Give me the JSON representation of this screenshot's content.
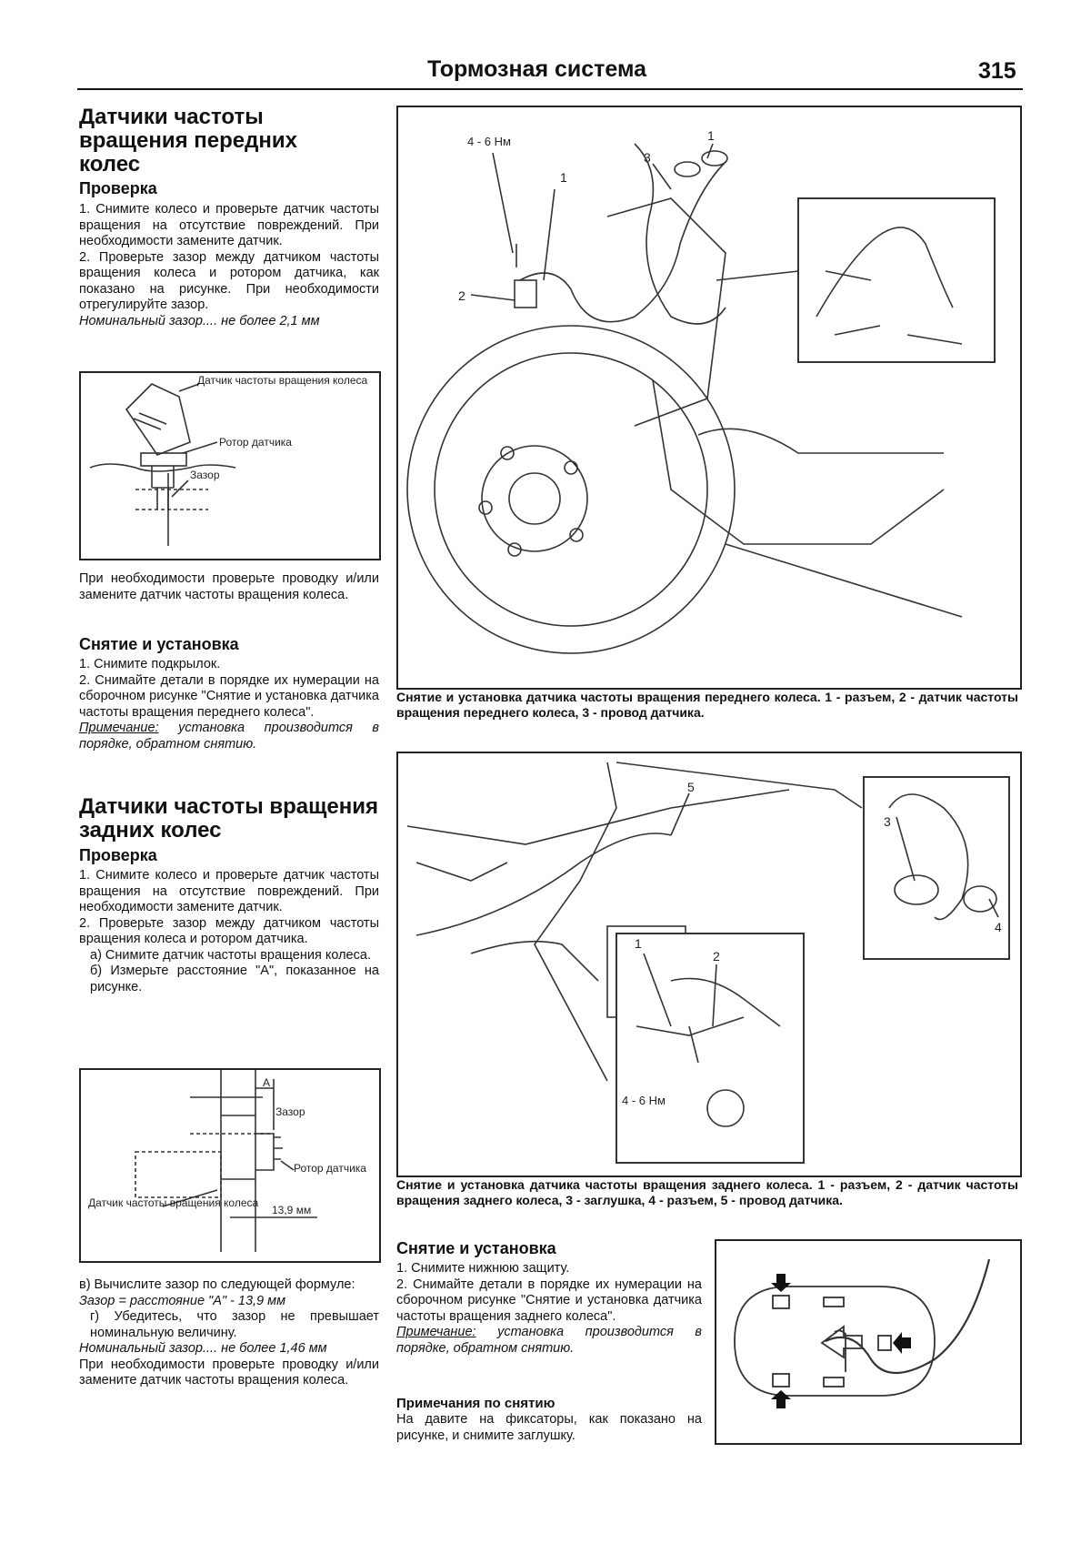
{
  "header": {
    "title": "Тормозная система",
    "page_number": "315"
  },
  "front": {
    "heading": "Датчики частоты вращения передних колес",
    "check": {
      "title": "Проверка",
      "p1": "1. Снимите колесо и проверьте датчик частоты вращения на отсутствие повреждений. При необходимости замените датчик.",
      "p2": "2. Проверьте зазор между датчиком частоты вращения колеса и ротором датчика, как показано на рисунке. При необходимости отрегулируйте зазор.",
      "nominal": "Номинальный зазор.... не более 2,1 мм"
    },
    "fig": {
      "label_sensor": "Датчик частоты вращения колеса",
      "label_rotor": "Ротор датчика",
      "label_gap": "Зазор"
    },
    "after_fig": "При необходимости проверьте проводку и/или замените датчик частоты вращения колеса.",
    "removal": {
      "title": "Снятие и установка",
      "p1": "1. Снимите подкрылок.",
      "p2": "2. Снимайте детали в порядке их нумерации на сборочном рисунке \"Снятие и установка датчика частоты вращения переднего колеса\".",
      "note_label": "Примечание:",
      "note_text": " установка производится в порядке, обратном снятию."
    }
  },
  "rear": {
    "heading": "Датчики частоты вращения задних колес",
    "check": {
      "title": "Проверка",
      "p1": "1. Снимите колесо и проверьте датчик частоты вращения на отсутствие повреждений. При необходимости замените датчик.",
      "p2": "2. Проверьте зазор между датчиком частоты вращения колеса и ротором датчика.",
      "pa": "а) Снимите датчик частоты вращения колеса.",
      "pb": "б) Измерьте расстояние \"А\", показанное на рисунке."
    },
    "fig": {
      "label_a": "A",
      "label_gap": "Зазор",
      "label_rotor": "Ротор датчика",
      "label_sensor": "Датчик частоты вращения колеса",
      "label_dim": "13,9 мм"
    },
    "after": {
      "pv": "в) Вычислите зазор по следующей формуле:",
      "formula": "Зазор = расстояние \"А\" - 13,9 мм",
      "pg": "г) Убедитесь, что зазор не превышает номинальную величину.",
      "nominal": "Номинальный зазор.... не более 1,46 мм",
      "final": "При необходимости проверьте проводку и/или замените датчик частоты вращения колеса."
    },
    "removal": {
      "title": "Снятие и установка",
      "p1": "1. Снимите нижнюю защиту.",
      "p2": "2. Снимайте детали в порядке их нумерации на сборочном рисунке \"Снятие и установка датчика частоты вращения заднего колеса\".",
      "note_label": "Примечание:",
      "note_text": " установка производится в порядке, обратном снятию.",
      "notes_title": "Примечания по снятию",
      "notes_text": "На давите на фиксаторы, как показано на рисунке, и снимите заглушку."
    }
  },
  "fig_front": {
    "torque": "4 - 6 Нм",
    "callouts": [
      "1",
      "2",
      "3"
    ],
    "caption": "Снятие и установка датчика частоты вращения переднего колеса. 1 - разъем, 2 - датчик частоты вращения переднего колеса, 3 - провод датчика."
  },
  "fig_rear": {
    "torque": "4 - 6 Нм",
    "callouts": [
      "1",
      "2",
      "3",
      "4",
      "5"
    ],
    "caption": "Снятие и установка датчика частоты вращения заднего колеса. 1 - разъем, 2 - датчик частоты вращения заднего колеса, 3 - заглушка, 4 - разъем, 5 - провод датчика."
  }
}
